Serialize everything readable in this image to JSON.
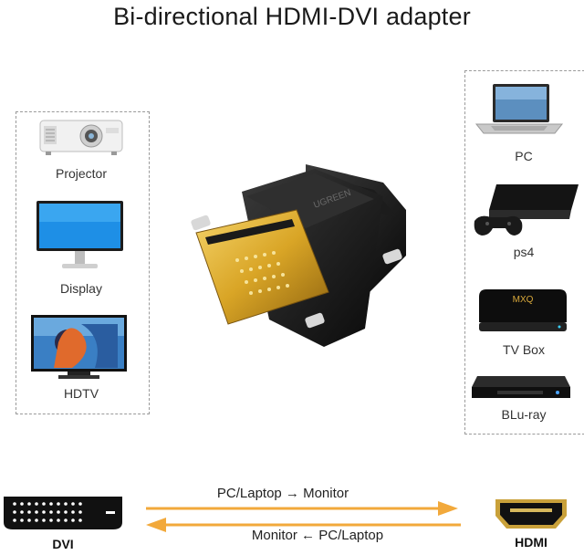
{
  "title": "Bi-directional HDMI-DVI adapter",
  "left_devices": [
    {
      "label": "Projector",
      "icon": "projector-icon"
    },
    {
      "label": "Display",
      "icon": "monitor-icon"
    },
    {
      "label": "HDTV",
      "icon": "tv-icon"
    }
  ],
  "right_devices": [
    {
      "label": "PC",
      "icon": "laptop-icon"
    },
    {
      "label": "ps4",
      "icon": "game-console-icon"
    },
    {
      "label": "TV Box",
      "icon": "tv-box-icon"
    },
    {
      "label": "BLu-ray",
      "icon": "bluray-player-icon"
    }
  ],
  "adapter": {
    "brand_text": "UGREEN",
    "icon": "hdmi-dvi-adapter-icon"
  },
  "arrows": {
    "top_text": "PC/Laptop → Monitor",
    "bottom_text": "Monitor ← PC/Laptop",
    "color": "#f2a93b"
  },
  "ports": {
    "left_label": "DVI",
    "right_label": "HDMI"
  }
}
